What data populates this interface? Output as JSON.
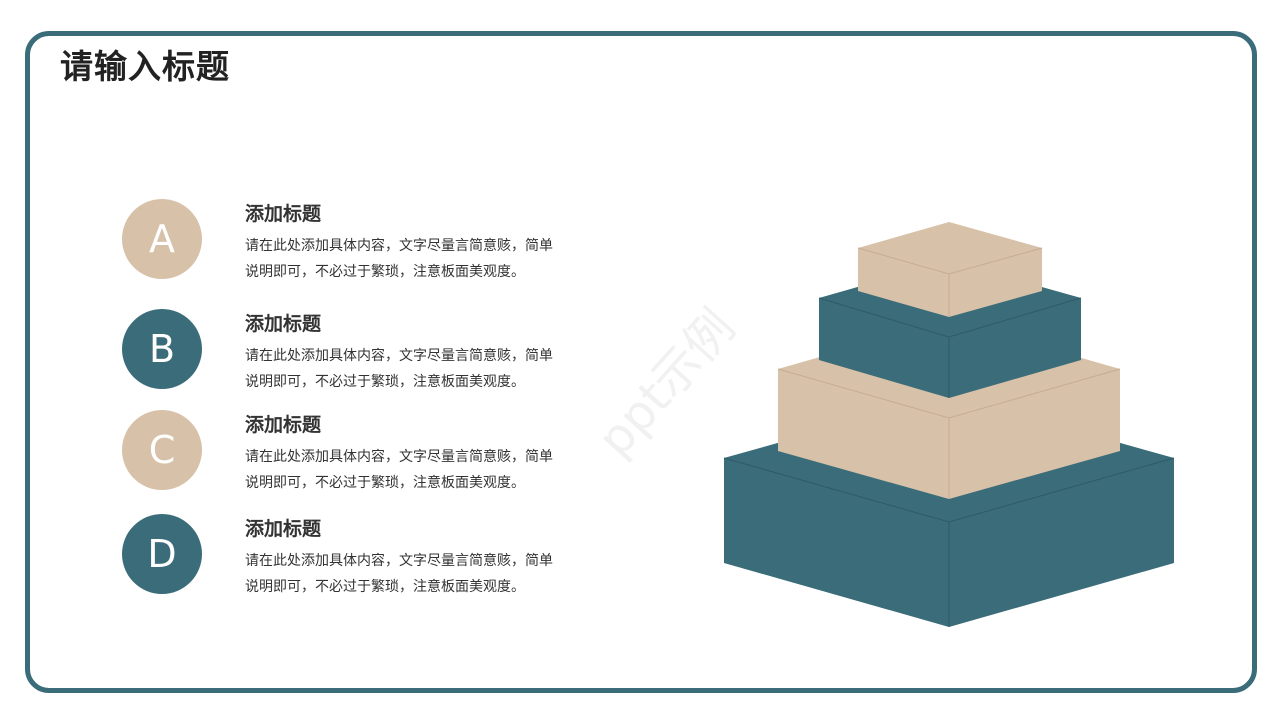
{
  "page": {
    "title": "请输入标题"
  },
  "colors": {
    "primary": "#3a6c79",
    "beige": "#d7c1a8"
  },
  "items": [
    {
      "letter": "A",
      "heading": "添加标题",
      "line1": "请在此处添加具体内容，文字尽量言简意赅，简单",
      "line2": "说明即可，不必过于繁琐，注意板面美观度。"
    },
    {
      "letter": "B",
      "heading": "添加标题",
      "line1": "请在此处添加具体内容，文字尽量言简意赅，简单",
      "line2": "说明即可，不必过于繁琐，注意板面美观度。"
    },
    {
      "letter": "C",
      "heading": "添加标题",
      "line1": "请在此处添加具体内容，文字尽量言简意赅，简单",
      "line2": "说明即可，不必过于繁琐，注意板面美观度。"
    },
    {
      "letter": "D",
      "heading": "添加标题",
      "line1": "请在此处添加具体内容，文字尽量言简意赅，简单",
      "line2": "说明即可，不必过于繁琐，注意板面美观度。"
    }
  ],
  "watermark": "ppt示例"
}
